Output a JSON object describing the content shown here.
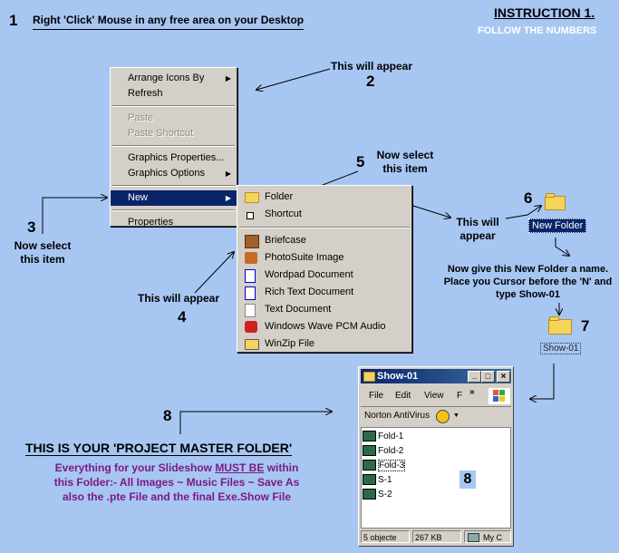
{
  "header": {
    "title": "INSTRUCTION 1.",
    "subtitle": "FOLLOW THE NUMBERS"
  },
  "steps": {
    "s1": {
      "num": "1",
      "text": "Right 'Click' Mouse in any free area on your Desktop"
    },
    "s2": {
      "num": "2",
      "text": "This will appear"
    },
    "s3": {
      "num": "3",
      "text": "Now select this item"
    },
    "s4": {
      "num": "4",
      "text": "This will appear"
    },
    "s5": {
      "num": "5",
      "text": "Now select this item"
    },
    "s6": {
      "num": "6",
      "text": "This will appear",
      "folder_label": "New Folder"
    },
    "s6b": {
      "text": "Now give this New Folder a name. Place you Cursor before the 'N' and type Show-01"
    },
    "s7": {
      "num": "7",
      "folder_label": "Show-01"
    },
    "s8": {
      "num": "8",
      "marker": "8"
    }
  },
  "context_menu": {
    "arrange": "Arrange Icons By",
    "refresh": "Refresh",
    "paste": "Paste",
    "paste_shortcut": "Paste Shortcut",
    "graphics_properties": "Graphics Properties...",
    "graphics_options": "Graphics Options",
    "new": "New",
    "properties": "Properties"
  },
  "new_submenu": {
    "folder": "Folder",
    "shortcut": "Shortcut",
    "briefcase": "Briefcase",
    "photosuite": "PhotoSuite Image",
    "wordpad": "Wordpad Document",
    "rtf": "Rich Text Document",
    "text": "Text Document",
    "wave": "Windows Wave PCM Audio",
    "winzip": "WinZip File"
  },
  "explorer": {
    "title": "Show-01",
    "menu": {
      "file": "File",
      "edit": "Edit",
      "view": "View",
      "fav": "F",
      "more": "»"
    },
    "toolbar": {
      "antivirus": "Norton AntiVirus"
    },
    "items": [
      "Fold-1",
      "Fold-2",
      "Fold-3",
      "S-1",
      "S-2"
    ],
    "status": {
      "objects": "5 objecte",
      "size": "267 KB",
      "computer": "My C"
    }
  },
  "project": {
    "title": "THIS IS YOUR  'PROJECT MASTER FOLDER'",
    "lines": [
      "Everything for your Slideshow ",
      "MUST BE",
      " within",
      "this Folder:- All Images ~ Music Files ~ Save As",
      "also the .pte File and the final Exe.Show File"
    ]
  },
  "colors": {
    "desktop": "#a7c6f2",
    "highlight": "#0a246a",
    "purple": "#7b1a86",
    "header": "#ffffff"
  }
}
